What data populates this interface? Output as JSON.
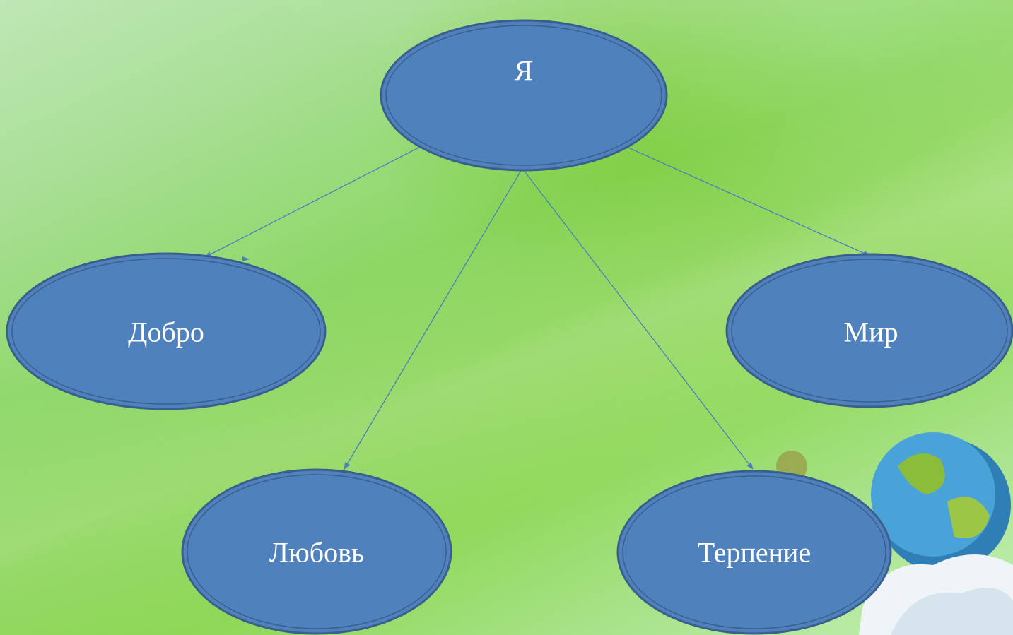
{
  "nodes": {
    "root": "Я",
    "dobro": "Добро",
    "mir": "Мир",
    "lyubov": "Любовь",
    "terpenie": "Терпение"
  },
  "colors": {
    "node_fill": "#4f81bd",
    "node_border": "#3a5f8f",
    "edge": "#4a7ec0"
  }
}
